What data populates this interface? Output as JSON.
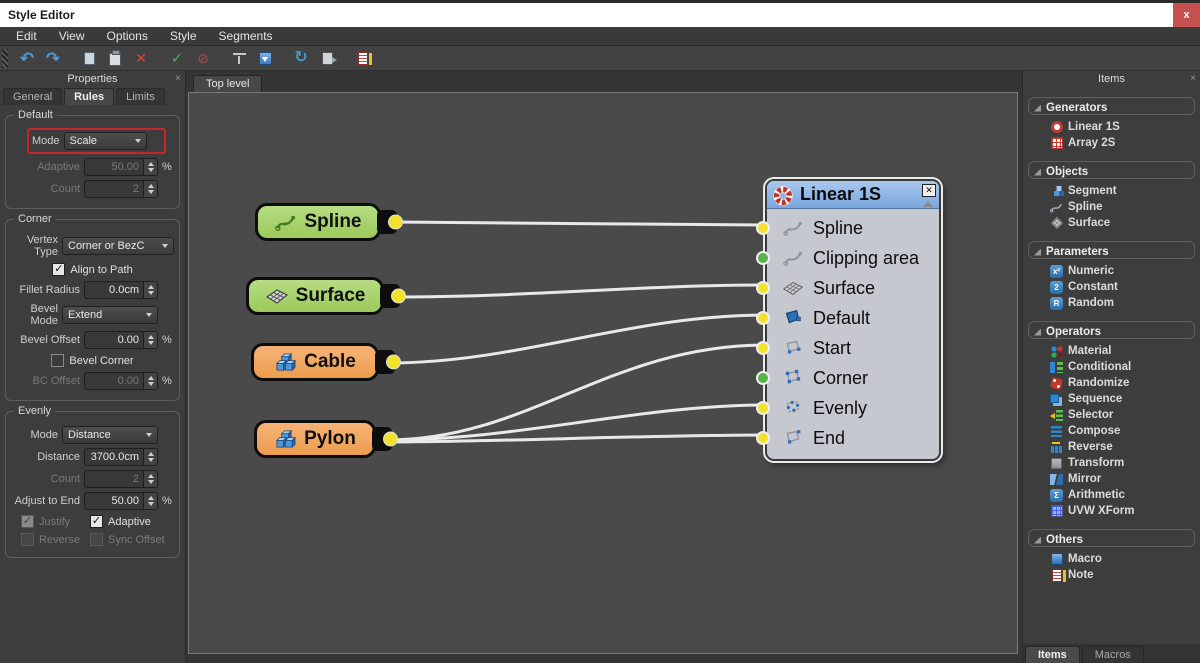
{
  "window": {
    "title": "Style Editor",
    "close_glyph": "x"
  },
  "menu": {
    "items": [
      "Edit",
      "View",
      "Options",
      "Style",
      "Segments"
    ]
  },
  "toolbar": {
    "buttons": [
      {
        "name": "undo",
        "glyph": "↶"
      },
      {
        "name": "redo",
        "glyph": "↷"
      },
      {
        "name": "copy",
        "glyph": ""
      },
      {
        "name": "paste",
        "glyph": ""
      },
      {
        "name": "delete",
        "glyph": "✕"
      },
      {
        "name": "apply",
        "glyph": "✓"
      },
      {
        "name": "discard",
        "glyph": "⊘"
      },
      {
        "name": "pin-top",
        "glyph": ""
      },
      {
        "name": "collapse-box",
        "glyph": ""
      },
      {
        "name": "refresh",
        "glyph": "↻"
      },
      {
        "name": "export",
        "glyph": ""
      },
      {
        "name": "note",
        "glyph": ""
      }
    ]
  },
  "properties": {
    "title": "Properties",
    "close_glyph": "×",
    "tabs": [
      "General",
      "Rules",
      "Limits"
    ],
    "active_tab": "Rules",
    "default_group": {
      "legend": "Default",
      "mode_label": "Mode",
      "mode_value": "Scale",
      "adaptive_label": "Adaptive",
      "adaptive_value": "50.00",
      "adaptive_unit": "%",
      "adaptive_disabled": true,
      "count_label": "Count",
      "count_value": "2",
      "count_disabled": true
    },
    "corner_group": {
      "legend": "Corner",
      "vertex_label": "Vertex Type",
      "vertex_value": "Corner or BezC",
      "align_label": "Align to Path",
      "align_checked": true,
      "fillet_label": "Fillet Radius",
      "fillet_value": "0.0cm",
      "bevelmode_label": "Bevel Mode",
      "bevelmode_value": "Extend",
      "beveloffset_label": "Bevel Offset",
      "beveloffset_value": "0.00",
      "beveloffset_unit": "%",
      "bevelcorner_label": "Bevel Corner",
      "bevelcorner_checked": false,
      "bcoffset_label": "BC Offset",
      "bcoffset_value": "0.00",
      "bcoffset_unit": "%",
      "bcoffset_disabled": true
    },
    "evenly_group": {
      "legend": "Evenly",
      "mode_label": "Mode",
      "mode_value": "Distance",
      "distance_label": "Distance",
      "distance_value": "3700.0cm",
      "count_label": "Count",
      "count_value": "2",
      "count_disabled": true,
      "adjust_label": "Adjust to End",
      "adjust_value": "50.00",
      "adjust_unit": "%",
      "justify_label": "Justify",
      "justify_checked": true,
      "justify_disabled": true,
      "adaptive_label": "Adaptive",
      "adaptive_checked": true,
      "reverse_label": "Reverse",
      "reverse_checked": false,
      "reverse_disabled": true,
      "sync_label": "Sync Offset",
      "sync_checked": false,
      "sync_disabled": true
    }
  },
  "canvas": {
    "tab": "Top level"
  },
  "graph": {
    "sources": [
      {
        "label": "Spline",
        "color": "green",
        "icon": "spline"
      },
      {
        "label": "Surface",
        "color": "green",
        "icon": "surface"
      },
      {
        "label": "Cable",
        "color": "orange",
        "icon": "cubes"
      },
      {
        "label": "Pylon",
        "color": "orange",
        "icon": "cubes"
      }
    ],
    "generator": {
      "title": "Linear 1S",
      "close_glyph": "✕",
      "inputs": [
        {
          "label": "Spline",
          "port": "yellow"
        },
        {
          "label": "Clipping area",
          "port": "green"
        },
        {
          "label": "Surface",
          "port": "yellow"
        },
        {
          "label": "Default",
          "port": "yellow"
        },
        {
          "label": "Start",
          "port": "yellow"
        },
        {
          "label": "Corner",
          "port": "green"
        },
        {
          "label": "Evenly",
          "port": "yellow"
        },
        {
          "label": "End",
          "port": "yellow"
        }
      ]
    },
    "connections": [
      {
        "from": "Spline",
        "to": "Spline"
      },
      {
        "from": "Surface",
        "to": "Surface"
      },
      {
        "from": "Cable",
        "to": "Default"
      },
      {
        "from": "Pylon",
        "to": "Start"
      },
      {
        "from": "Pylon",
        "to": "Evenly"
      },
      {
        "from": "Pylon",
        "to": "End"
      }
    ]
  },
  "items_panel": {
    "title": "Items",
    "close_glyph": "×",
    "groups": [
      {
        "label": "Generators",
        "children": [
          {
            "label": "Linear 1S"
          },
          {
            "label": "Array 2S"
          }
        ]
      },
      {
        "label": "Objects",
        "children": [
          {
            "label": "Segment"
          },
          {
            "label": "Spline"
          },
          {
            "label": "Surface"
          }
        ]
      },
      {
        "label": "Parameters",
        "children": [
          {
            "label": "Numeric"
          },
          {
            "label": "Constant"
          },
          {
            "label": "Random"
          }
        ]
      },
      {
        "label": "Operators",
        "children": [
          {
            "label": "Material"
          },
          {
            "label": "Conditional"
          },
          {
            "label": "Randomize"
          },
          {
            "label": "Sequence"
          },
          {
            "label": "Selector"
          },
          {
            "label": "Compose"
          },
          {
            "label": "Reverse"
          },
          {
            "label": "Transform"
          },
          {
            "label": "Mirror"
          },
          {
            "label": "Arithmetic"
          },
          {
            "label": "UVW XForm"
          }
        ]
      },
      {
        "label": "Others",
        "children": [
          {
            "label": "Macro"
          },
          {
            "label": "Note"
          }
        ]
      }
    ],
    "tabs": [
      "Items",
      "Macros"
    ],
    "active_tab": "Items"
  },
  "icon_glyphs": {
    "numeric": "x²",
    "constant": "2",
    "random": "R",
    "arithmetic": "Σ"
  },
  "colors": {
    "header_blue": "#7aa6dc",
    "node_green": "#a7d36b",
    "node_orange": "#f2a95f",
    "port_yellow": "#f2e22e",
    "port_green": "#57b24a",
    "wire": "#e9e9e9",
    "highlight_red": "#c8252b",
    "close_red": "#c75050"
  }
}
